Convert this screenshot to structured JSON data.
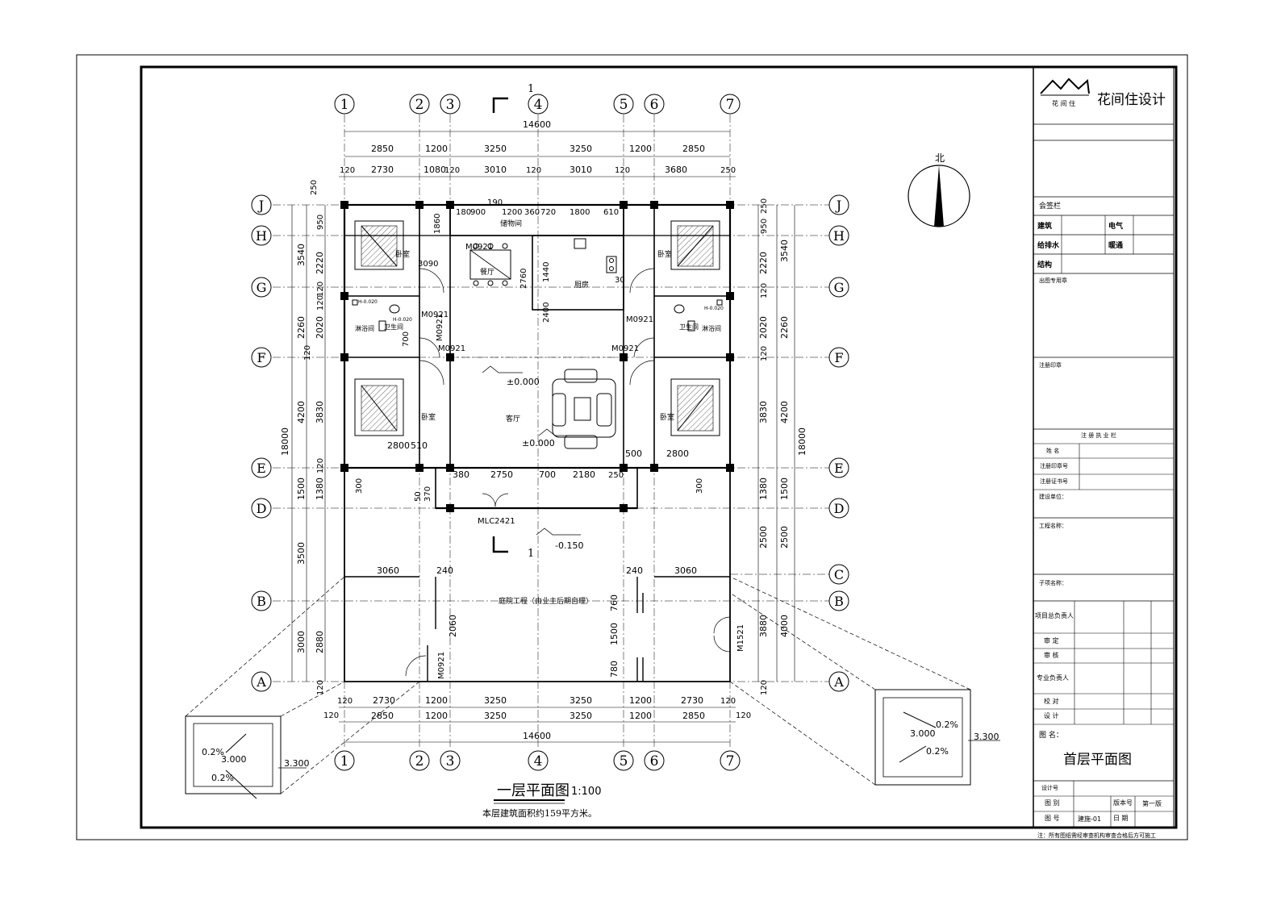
{
  "title_block": {
    "company": "花间住设计",
    "logo_text": "花 间 住",
    "countersign": "会签栏",
    "disciplines": [
      "建筑",
      "电气",
      "给排水",
      "暖通",
      "结构"
    ],
    "seal_drawing": "出图专用章",
    "seal_register": "注册印章",
    "reg_header": "注 册 执 业 栏",
    "reg_rows": [
      "姓 名",
      "注册印章号",
      "注册证书号"
    ],
    "client": "建设单位：",
    "project": "工程名称：",
    "sub_item": "子项名称：",
    "staff": [
      "项目总负责人",
      "审 定",
      "审 核",
      "专业负责人",
      "校 对",
      "设 计"
    ],
    "drawing_name_label": "图 名：",
    "drawing_name": "首层平面图",
    "design_no": "设计号",
    "category": "图 别",
    "version_label": "版本号",
    "version": "第一版",
    "drawing_no_label": "图 号",
    "drawing_no": "建施-01",
    "date_label": "日 期",
    "note": "注：所有图纸需经审查机构审查合格后方可施工"
  },
  "plan": {
    "title": "一层平面图",
    "scale": "1:100",
    "area_note": "本层建筑面积约159平方米。",
    "north": "北",
    "section_mark": "1",
    "axes_h": [
      "1",
      "2",
      "3",
      "4",
      "5",
      "6",
      "7"
    ],
    "axes_v": [
      "J",
      "H",
      "G",
      "F",
      "E",
      "D",
      "C",
      "B",
      "A"
    ],
    "dims_top1": [
      "2850",
      "1200",
      "3250",
      "3250",
      "1200",
      "2850"
    ],
    "dims_top2": [
      "120",
      "2730",
      "1080",
      "120",
      "3010",
      "120",
      "3010",
      "120",
      "3680",
      "250"
    ],
    "dims_bottom1": [
      "120",
      "2730",
      "1200",
      "3250",
      "3250",
      "1200",
      "2730",
      "120"
    ],
    "dims_bottom2": [
      "120",
      "2850",
      "1200",
      "3250",
      "3250",
      "1200",
      "2850",
      "120"
    ],
    "total_width": "14600",
    "total_depth": "18000",
    "dims_left": [
      "250",
      "950",
      "3540",
      "120",
      "2220",
      "120",
      "2260",
      "2020",
      "120",
      "4200",
      "3830",
      "120",
      "1500",
      "1380",
      "3500",
      "3000",
      "2880",
      "120"
    ],
    "dims_right": [
      "250",
      "950",
      "3540",
      "2220",
      "120",
      "2260",
      "2020",
      "120",
      "4200",
      "3830",
      "1500",
      "1380",
      "2500",
      "2500",
      "4000",
      "3880",
      "120"
    ],
    "rooms": [
      "卧室",
      "餐厅",
      "厨房",
      "储物间",
      "卫生间",
      "淋浴间",
      "卫生间",
      "淋浴间",
      "卧室",
      "客厅",
      "卧室",
      "卧室",
      "庭院工程（由业主后期自理）"
    ],
    "doors": [
      "M0921",
      "M0921",
      "M0921",
      "M0921",
      "M0921",
      "M0921",
      "M0921",
      "MLC2421",
      "M1521"
    ],
    "levels": [
      "±0.000",
      "±0.000",
      "-0.150",
      "H-0.020",
      "H-0.020",
      "H-0.020"
    ],
    "inner_dims": [
      "180",
      "900",
      "1200",
      "360",
      "720",
      "1800",
      "610",
      "190",
      "1860",
      "3090",
      "2760",
      "1440",
      "2400",
      "30",
      "300",
      "700",
      "2800",
      "510",
      "500",
      "380",
      "2750",
      "700",
      "2180",
      "250",
      "3060",
      "240",
      "2060",
      "760",
      "1500",
      "780",
      "300",
      "50",
      "370"
    ],
    "roof_left": {
      "slope1": "0.2%",
      "slope2": "0.2%",
      "level1": "3.000",
      "level2": "3.300"
    },
    "roof_right": {
      "slope1": "0.2%",
      "slope2": "0.2%",
      "level1": "3.000",
      "level2": "3.300"
    }
  }
}
